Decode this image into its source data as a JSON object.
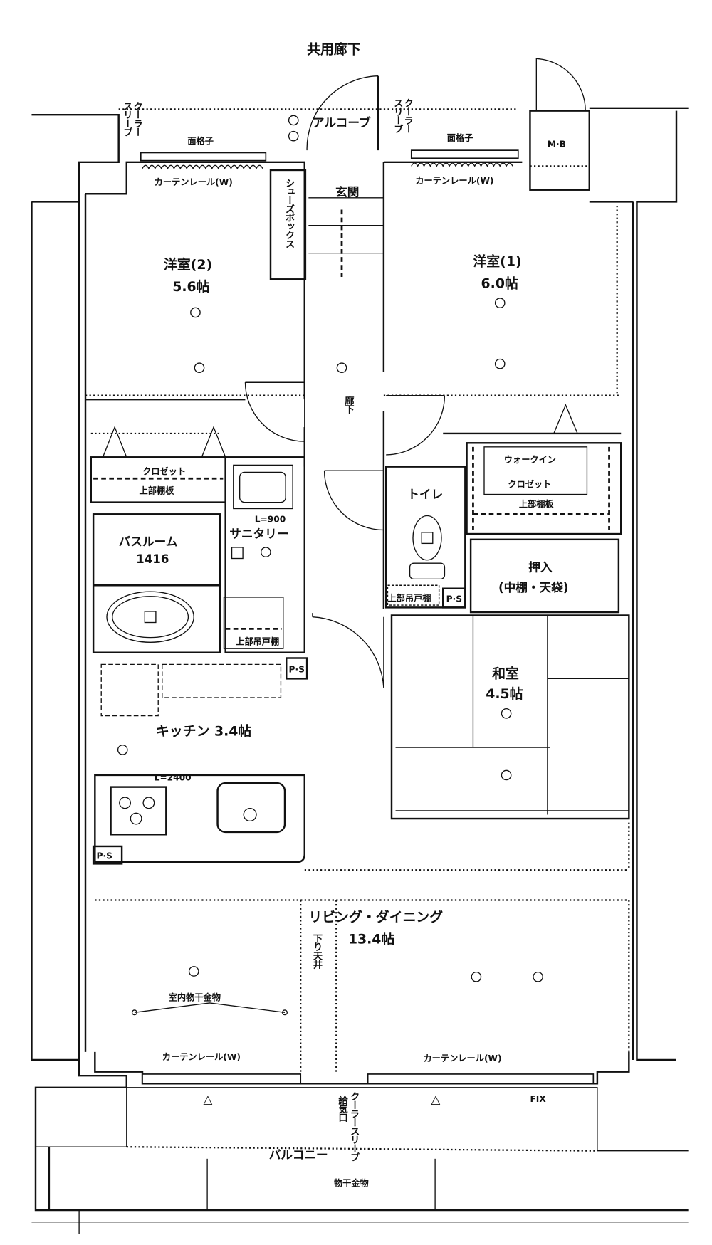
{
  "title": "共用廊下",
  "labels": {
    "alcove": "アルコーブ",
    "entrance": "玄関",
    "shoebox": "シューズボックス",
    "mb": "M·B",
    "lattice_left": "面格子",
    "lattice_right": "面格子",
    "curtain_rail": "カーテンレール(W)",
    "cooler_sleeve_a": "クーラー",
    "cooler_sleeve_b": "スリーブ",
    "corridor": "廊下",
    "western2_name": "洋室(2)",
    "western2_size": "5.6帖",
    "western1_name": "洋室(1)",
    "western1_size": "6.0帖",
    "closet": "クロゼット",
    "upper_shelf": "上部棚板",
    "bath_name": "バスルーム",
    "bath_size": "1416",
    "sanitary_length": "L=900",
    "sanitary": "サニタリー",
    "upper_cabinet": "上部吊戸棚",
    "ps6": "P·S",
    "toilet": "トイレ",
    "ps3": "P·S",
    "wic_a": "ウォークイン",
    "wic_b": "クロゼット",
    "oshiire_a": "押入",
    "oshiire_b": "(中棚・天袋)",
    "washitsu_name": "和室",
    "washitsu_size": "4.5帖",
    "kitchen": "キッチン 3.4帖",
    "kitchen_length": "L=2400",
    "ps9": "P·S",
    "living_name": "リビング・ダイニング",
    "living_size": "13.4帖",
    "lowered_ceiling": "下り天井",
    "indoor_drying": "室内物干金物",
    "fix": "FIX",
    "air_inlet": "給気口",
    "cooler_sleeve_full": "クーラースリーブ",
    "balcony": "バルコニー",
    "drying_hardware": "物干金物"
  }
}
